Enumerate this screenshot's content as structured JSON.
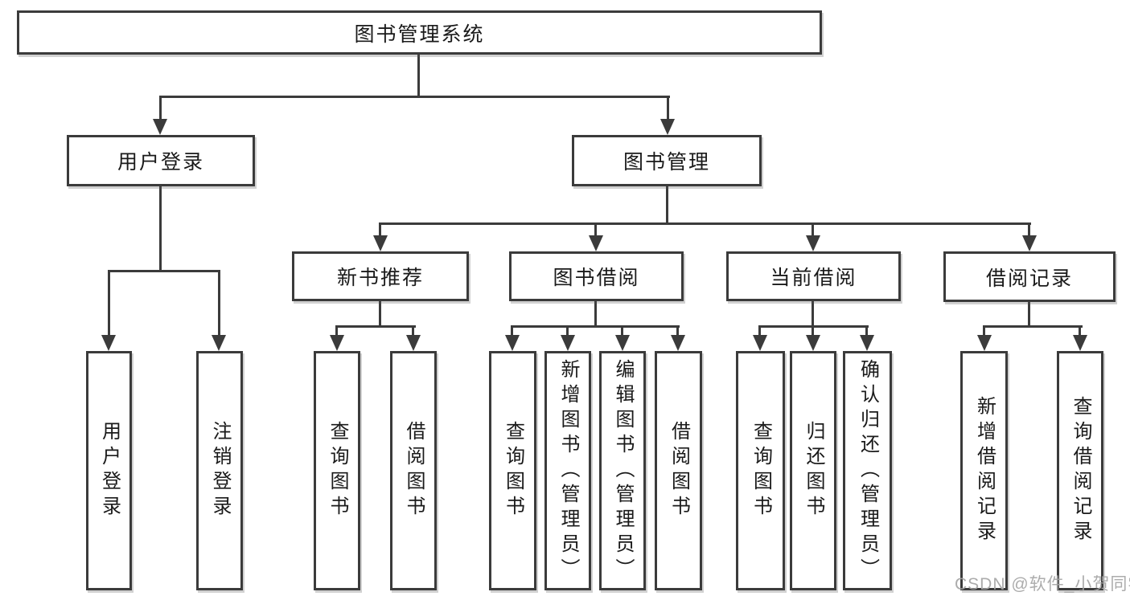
{
  "title": "图书管理系统",
  "watermark": "CSDN @软件_小贺同学",
  "colors": {
    "line": "#3b3b3b",
    "box_border": "#3b3b3b",
    "box_fill": "#ffffff",
    "text": "#1a1a1a",
    "watermark": "#a5a5a5",
    "background": "#ffffff"
  },
  "nodes": {
    "root": {
      "label": "图书管理系统"
    },
    "userLogin": {
      "label": "用户登录"
    },
    "bookManagement": {
      "label": "图书管理"
    },
    "userLoginAction": {
      "label": "用户登录"
    },
    "logoutAction": {
      "label": "注销登录"
    },
    "newBookRecommend": {
      "label": "新书推荐"
    },
    "bookBorrowing": {
      "label": "图书借阅"
    },
    "currentBorrowing": {
      "label": "当前借阅"
    },
    "borrowingRecords": {
      "label": "借阅记录"
    },
    "recommendQueryBooks": {
      "label": "查询图书"
    },
    "recommendBorrowBooks": {
      "label": "借阅图书"
    },
    "borrowQueryBooks": {
      "label": "查询图书"
    },
    "borrowAddBooks": {
      "label": "新增图书（管理员）"
    },
    "borrowEditBooks": {
      "label": "编辑图书（管理员）"
    },
    "borrowBorrowBooks": {
      "label": "借阅图书"
    },
    "currentQueryBooks": {
      "label": "查询图书"
    },
    "currentReturnBooks": {
      "label": "归还图书"
    },
    "currentConfirmReturn": {
      "label": "确认归还（管理员）"
    },
    "recordsAddRecord": {
      "label": "新增借阅记录"
    },
    "recordsQueryRecord": {
      "label": "查询借阅记录"
    }
  },
  "edges": [
    [
      "图书管理系统",
      "用户登录"
    ],
    [
      "图书管理系统",
      "图书管理"
    ],
    [
      "用户登录",
      "用户登录"
    ],
    [
      "用户登录",
      "注销登录"
    ],
    [
      "图书管理",
      "新书推荐"
    ],
    [
      "图书管理",
      "图书借阅"
    ],
    [
      "图书管理",
      "当前借阅"
    ],
    [
      "图书管理",
      "借阅记录"
    ],
    [
      "新书推荐",
      "查询图书"
    ],
    [
      "新书推荐",
      "借阅图书"
    ],
    [
      "图书借阅",
      "查询图书"
    ],
    [
      "图书借阅",
      "新增图书（管理员）"
    ],
    [
      "图书借阅",
      "编辑图书（管理员）"
    ],
    [
      "图书借阅",
      "借阅图书"
    ],
    [
      "当前借阅",
      "查询图书"
    ],
    [
      "当前借阅",
      "归还图书"
    ],
    [
      "当前借阅",
      "确认归还（管理员）"
    ],
    [
      "借阅记录",
      "新增借阅记录"
    ],
    [
      "借阅记录",
      "查询借阅记录"
    ]
  ]
}
